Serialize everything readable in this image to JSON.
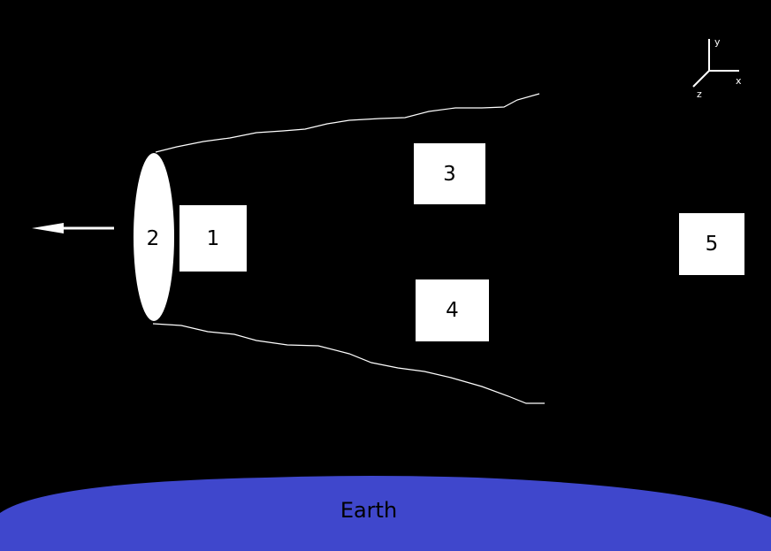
{
  "boxes": {
    "box1": "1",
    "box3": "3",
    "box4": "4",
    "box5": "5"
  },
  "lens_label": "2",
  "earth_label": "Earth",
  "axes": {
    "x": "x",
    "y": "y",
    "z": "z"
  },
  "colors": {
    "background": "#000000",
    "earth": "#3f47cc",
    "objects": "#ffffff",
    "text": "#000000"
  }
}
